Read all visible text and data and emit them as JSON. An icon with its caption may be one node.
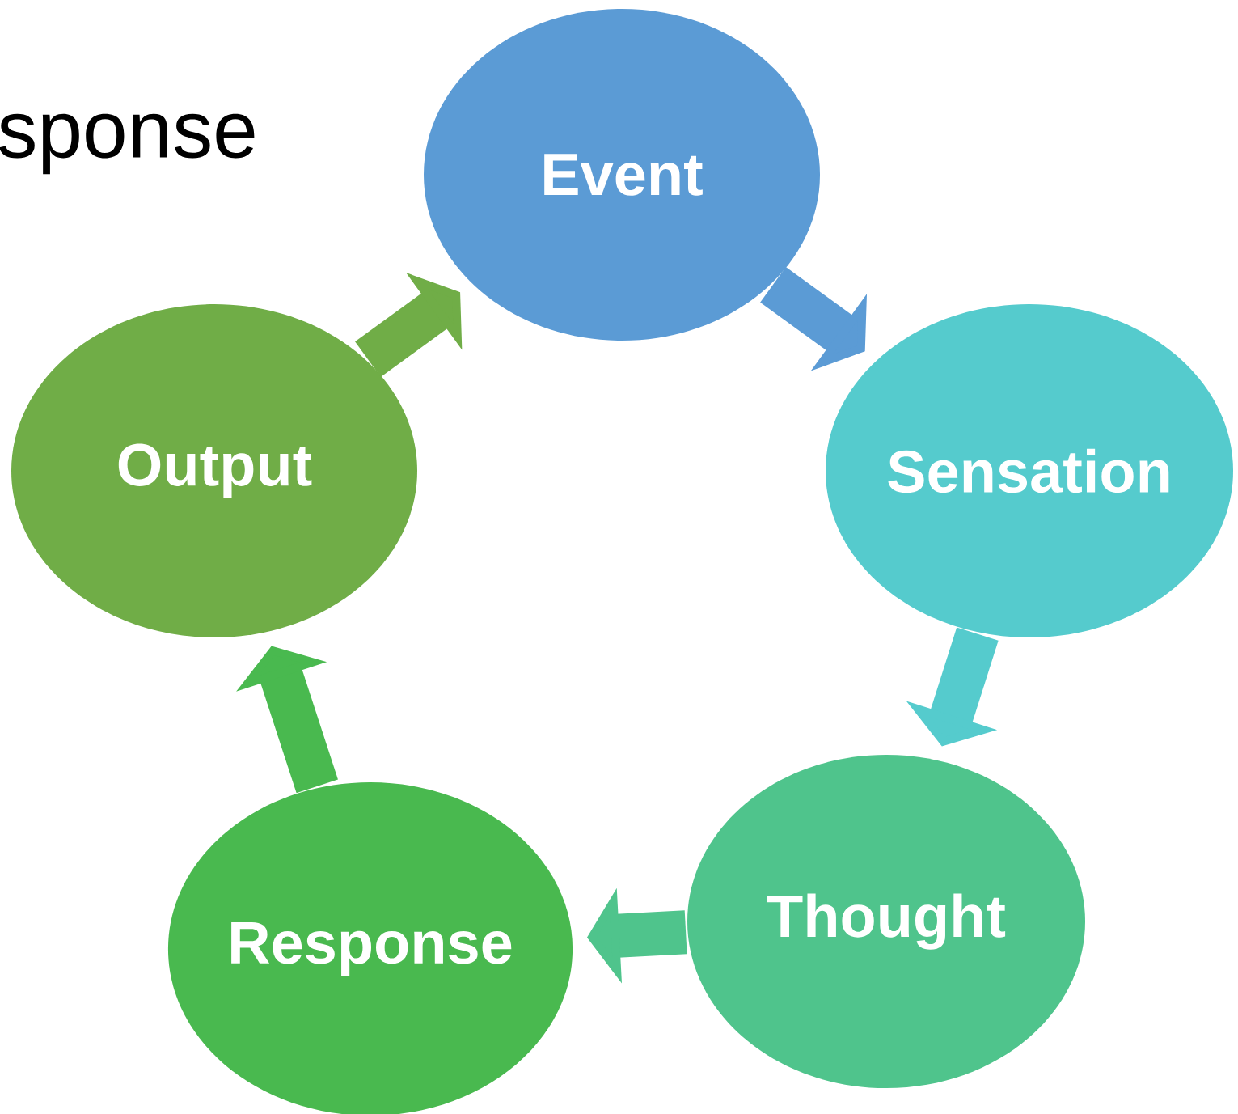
{
  "diagram": {
    "nodes": [
      {
        "text": [
          "Event"
        ]
      },
      {
        "text": [
          "Sensation"
        ]
      },
      {
        "text": [
          "Thought"
        ]
      },
      {
        "text": [
          "Response"
        ]
      },
      {
        "text": [
          "Output"
        ]
      }
    ],
    "edges": [
      {
        "from": 0,
        "to": 1,
        "arrow": "to",
        "color": "#5b9bd5"
      },
      {
        "from": 1,
        "to": 2,
        "arrow": "to",
        "color": "#55cbcd"
      },
      {
        "from": 2,
        "to": 3,
        "arrow": "to",
        "color": "#4fc48c"
      },
      {
        "from": 3,
        "to": 4,
        "arrow": "to",
        "color": "#49b94f"
      },
      {
        "from": 4,
        "to": 0,
        "arrow": "to",
        "color": "#70ad47"
      }
    ],
    "labels": [
      "sponse"
    ]
  }
}
